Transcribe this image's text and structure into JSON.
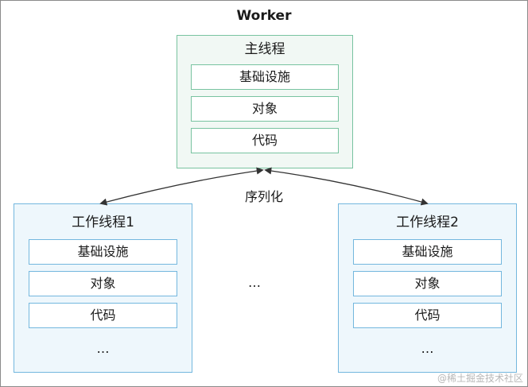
{
  "title": "Worker",
  "main_thread": {
    "label": "主线程",
    "items": [
      "基础设施",
      "对象",
      "代码"
    ]
  },
  "serialization_label": "序列化",
  "workers": [
    {
      "label": "工作线程1",
      "items": [
        "基础设施",
        "对象",
        "代码"
      ],
      "more": "…"
    },
    {
      "label": "工作线程2",
      "items": [
        "基础设施",
        "对象",
        "代码"
      ],
      "more": "…"
    }
  ],
  "middle_ellipsis": "…",
  "watermark": "@稀土掘金技术社区",
  "colors": {
    "main_border": "#78c3a0",
    "main_fill": "#f1f8f4",
    "worker_border": "#73b7de",
    "worker_fill": "#eef7fc"
  }
}
